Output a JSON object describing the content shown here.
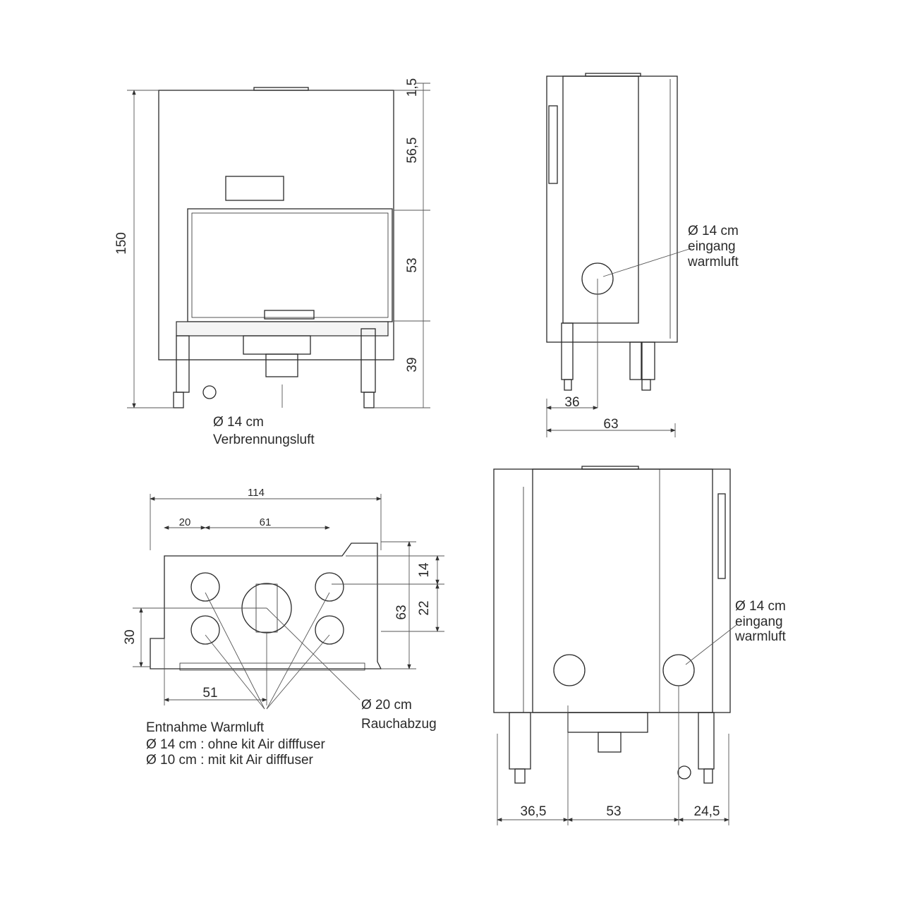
{
  "front_view": {
    "height_total": "150",
    "dims_right": [
      "1,5",
      "56,5",
      "53",
      "39"
    ],
    "air_note": [
      "Ø 14 cm",
      "Verbrennungsluft"
    ]
  },
  "side_view": {
    "dim_offset": "36",
    "dim_depth": "63",
    "note": [
      "Ø 14 cm",
      "eingang",
      "warmluft"
    ]
  },
  "top_view": {
    "dim_width": "114",
    "dim_20": "20",
    "dim_61": "61",
    "dim_63": "63",
    "dim_14": "14",
    "dim_22": "22",
    "dim_30": "30",
    "dim_51": "51",
    "flue_note": [
      "Ø 20 cm",
      "Rauchabzug"
    ],
    "outlet_note": [
      "Entnahme Warmluft",
      "Ø 14 cm : ohne kit Air difffuser",
      "Ø 10 cm : mit kit Air difffuser"
    ]
  },
  "back_view": {
    "dims_bottom": [
      "36,5",
      "53",
      "24,5"
    ],
    "note": [
      "Ø 14 cm",
      "eingang",
      "warmluft"
    ]
  }
}
